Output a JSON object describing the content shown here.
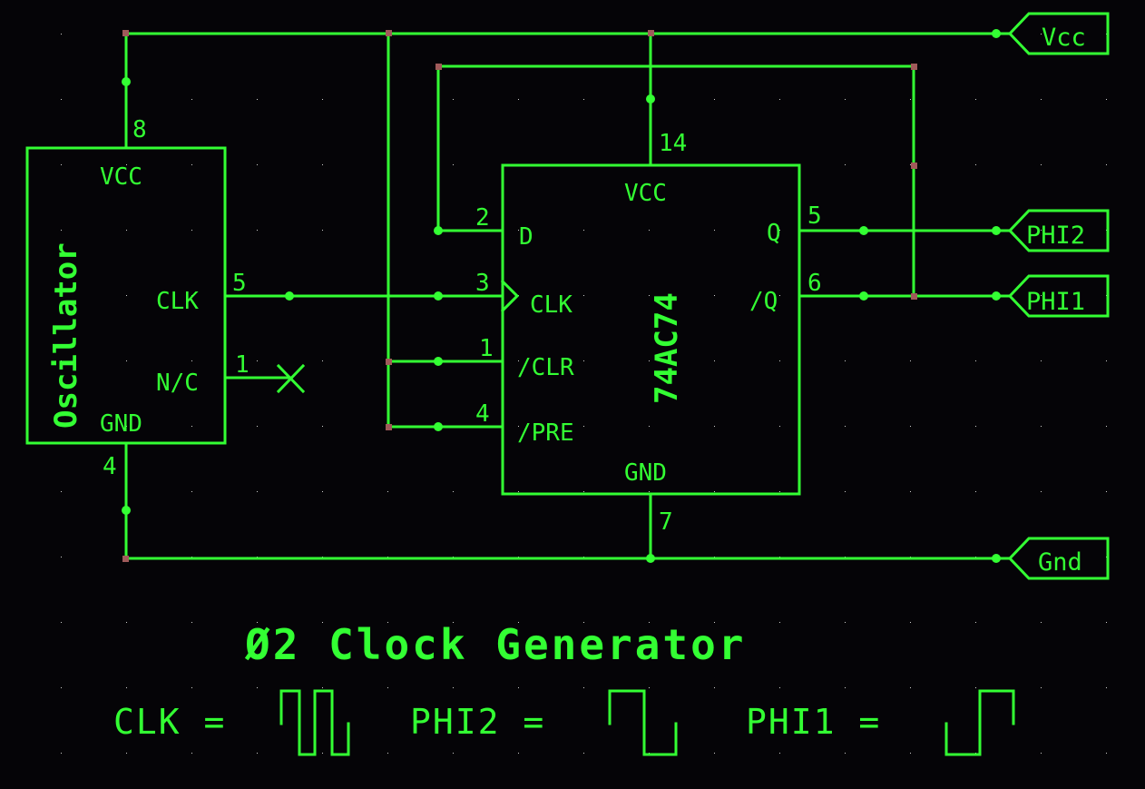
{
  "title": "Ø2 Clock Generator",
  "colors": {
    "background": "#050407",
    "trace": "#33ff33",
    "pad": "#a05a5a",
    "grid": "#cfcfcf"
  },
  "oscillator": {
    "name": "Oscillator",
    "pins": {
      "vcc": {
        "num": "8",
        "label": "VCC"
      },
      "clk": {
        "num": "5",
        "label": "CLK"
      },
      "nc": {
        "num": "1",
        "label": "N/C"
      },
      "gnd": {
        "num": "4",
        "label": "GND"
      }
    }
  },
  "flipflop": {
    "name": "74AC74",
    "pins": {
      "vcc": {
        "num": "14",
        "label": "VCC"
      },
      "d": {
        "num": "2",
        "label": "D"
      },
      "clk": {
        "num": "3",
        "label": "CLK"
      },
      "clr": {
        "num": "1",
        "label": "/CLR"
      },
      "pre": {
        "num": "4",
        "label": "/PRE"
      },
      "q": {
        "num": "5",
        "label": "Q"
      },
      "qn": {
        "num": "6",
        "label": "/Q"
      },
      "gnd": {
        "num": "7",
        "label": "GND"
      }
    }
  },
  "ports": {
    "vcc": "Vcc",
    "phi2": "PHI2",
    "phi1": "PHI1",
    "gnd": "Gnd"
  },
  "legend": {
    "clk": "CLK =",
    "phi2": "PHI2 =",
    "phi1": "PHI1 ="
  },
  "icons": {
    "no_connect": "x-mark-icon",
    "clock_input": "clock-triangle-icon",
    "port": "net-port-flag-icon"
  }
}
